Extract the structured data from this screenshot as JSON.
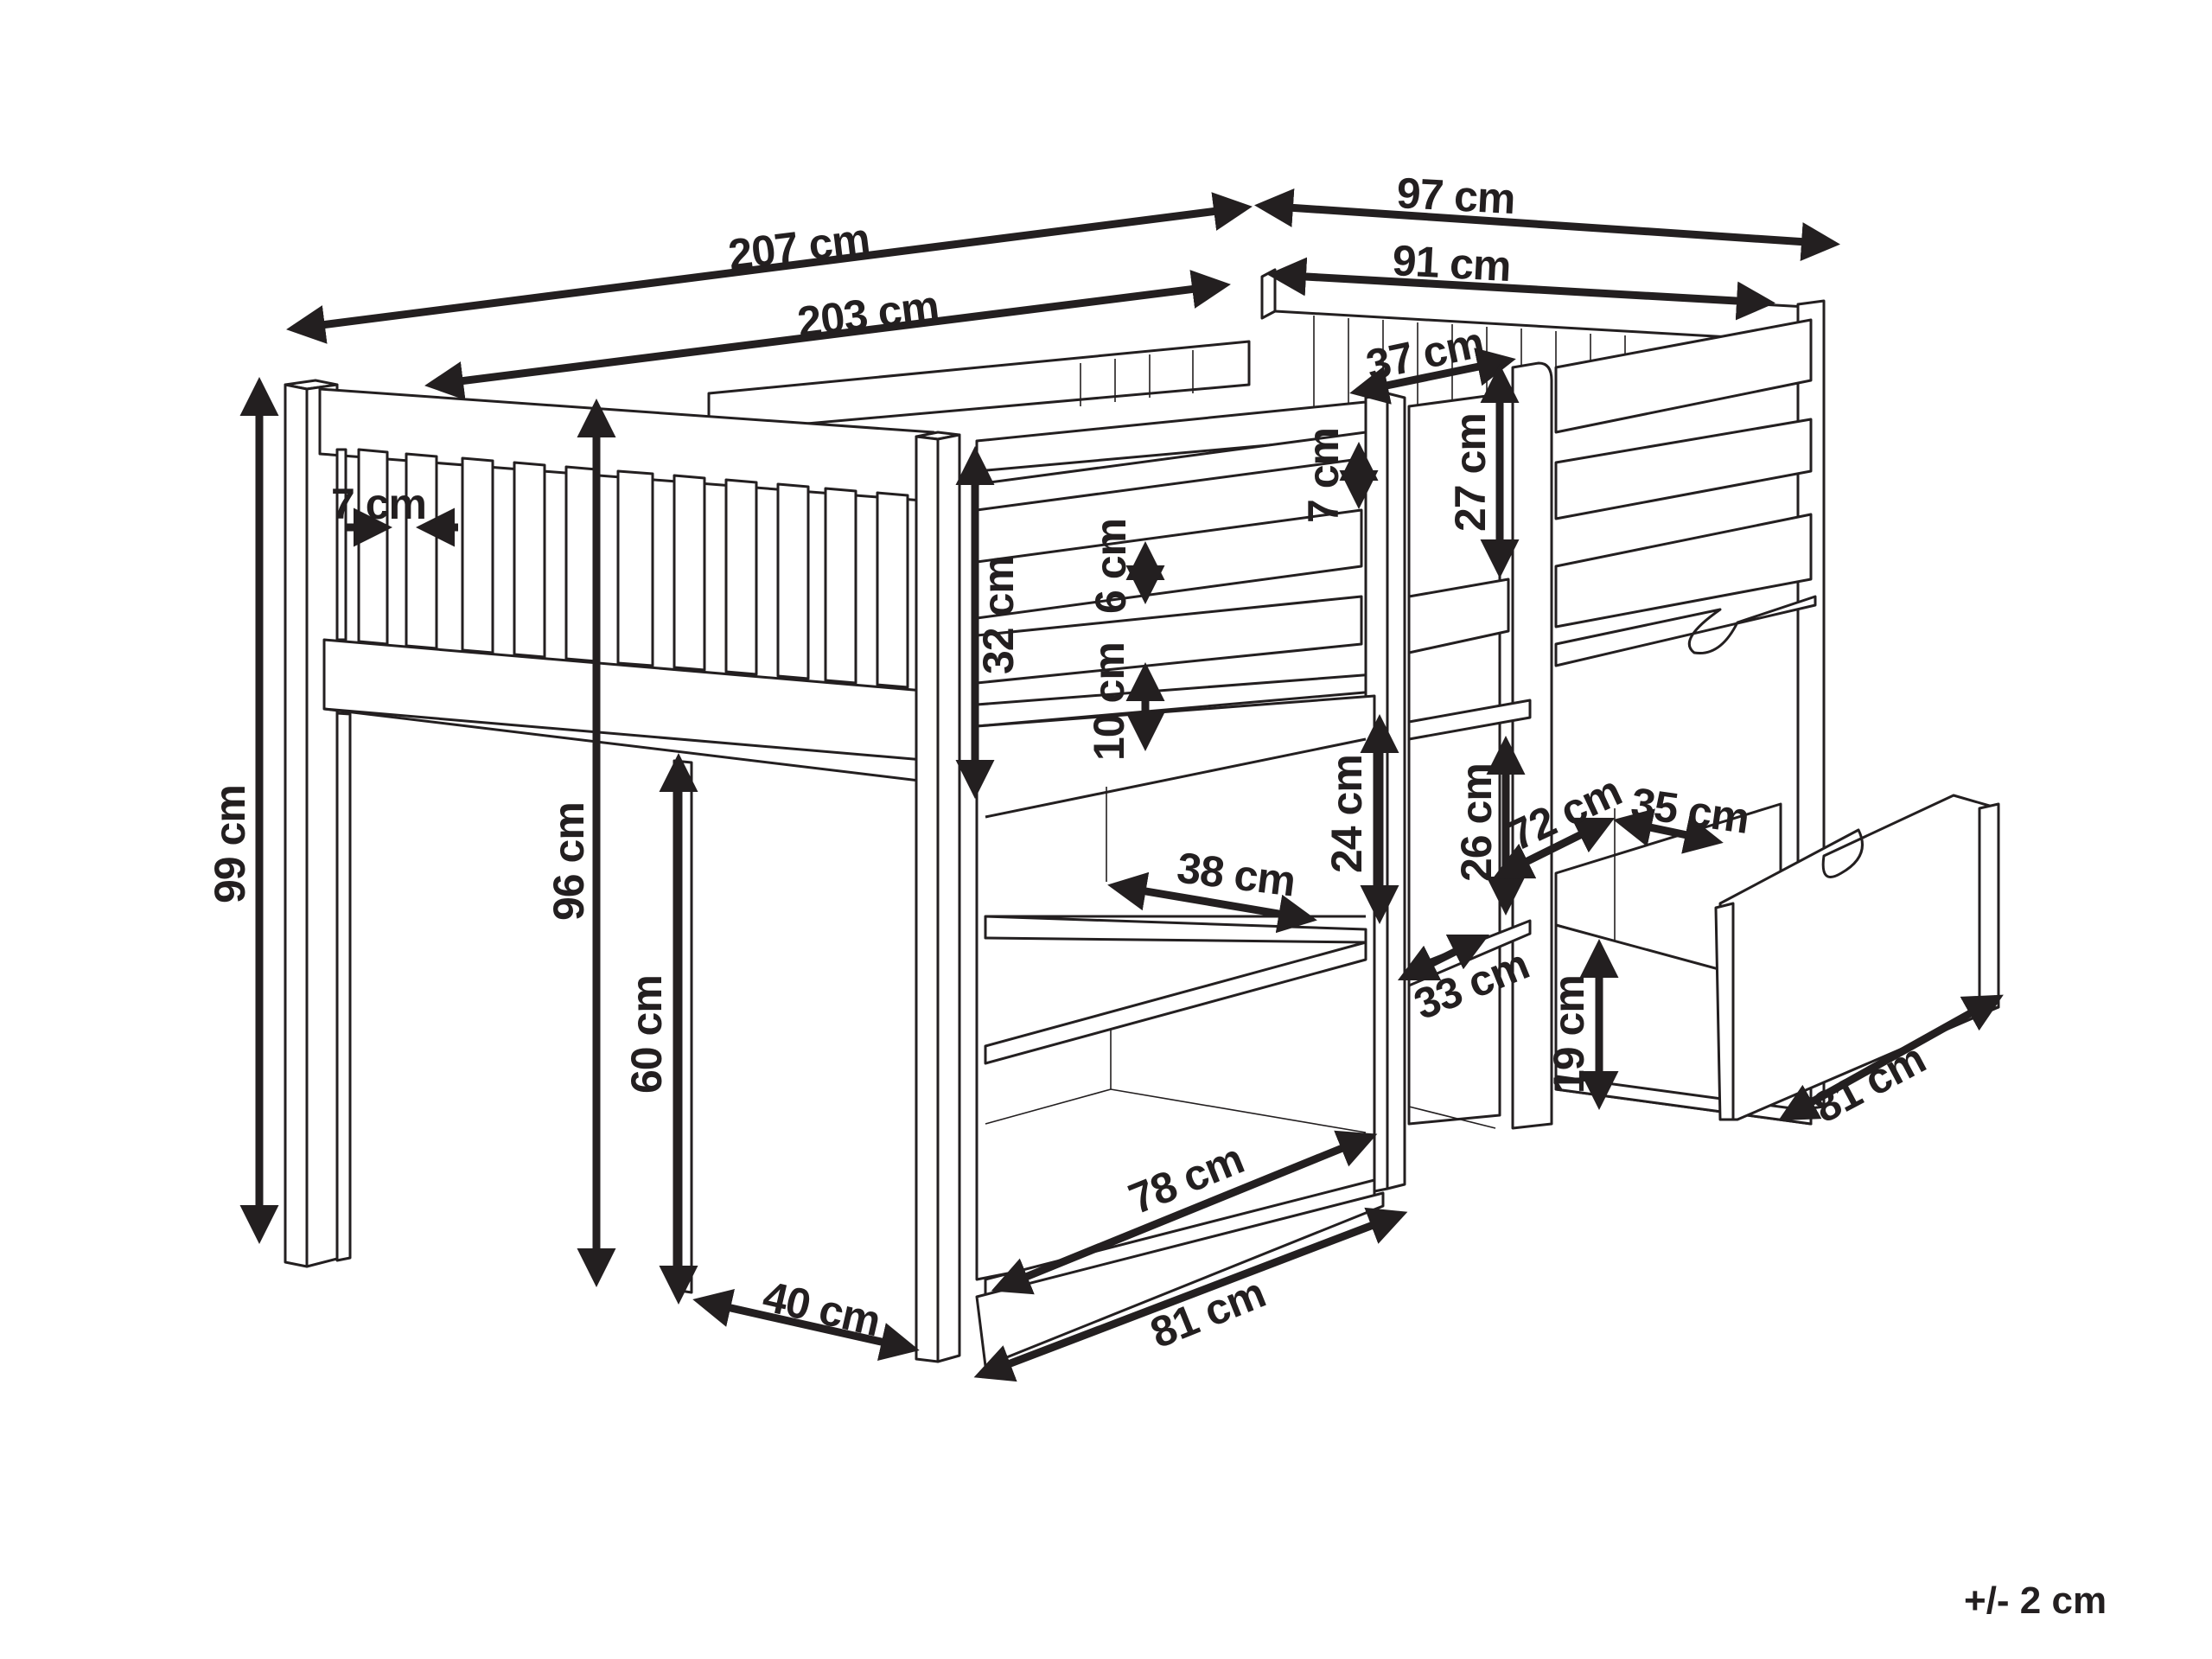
{
  "diagram": {
    "subject": "Mid-sleeper loft bed with bookshelf, steps and pull-out drawer",
    "unit": "cm",
    "tolerance_note": "+/- 2 cm",
    "colors": {
      "line": "#231f20",
      "background": "#ffffff"
    },
    "dimensions": {
      "overall_length": "207 cm",
      "inner_length": "203 cm",
      "overall_width": "97 cm",
      "inner_width": "91 cm",
      "step_depth": "37 cm",
      "slat_gap": "7 cm",
      "overall_height": "99 cm",
      "rail_height": "96 cm",
      "underbed_clearance": "60 cm",
      "underbed_depth": "40 cm",
      "guard_height": "32 cm",
      "rail_gap_top": "7 cm",
      "rail_gap_mid": "6 cm",
      "rail_gap_low": "10 cm",
      "shelf_height": "24 cm",
      "shelf_depth": "38 cm",
      "shelf_inner_length": "78 cm",
      "shelf_outer_length": "81 cm",
      "step_height_upper": "27 cm",
      "step_height_lower": "26 cm",
      "step_width": "33 cm",
      "drawer_length": "72 cm",
      "drawer_depth": "35 cm",
      "drawer_height": "19 cm",
      "drawer_front_length": "81 cm"
    }
  }
}
